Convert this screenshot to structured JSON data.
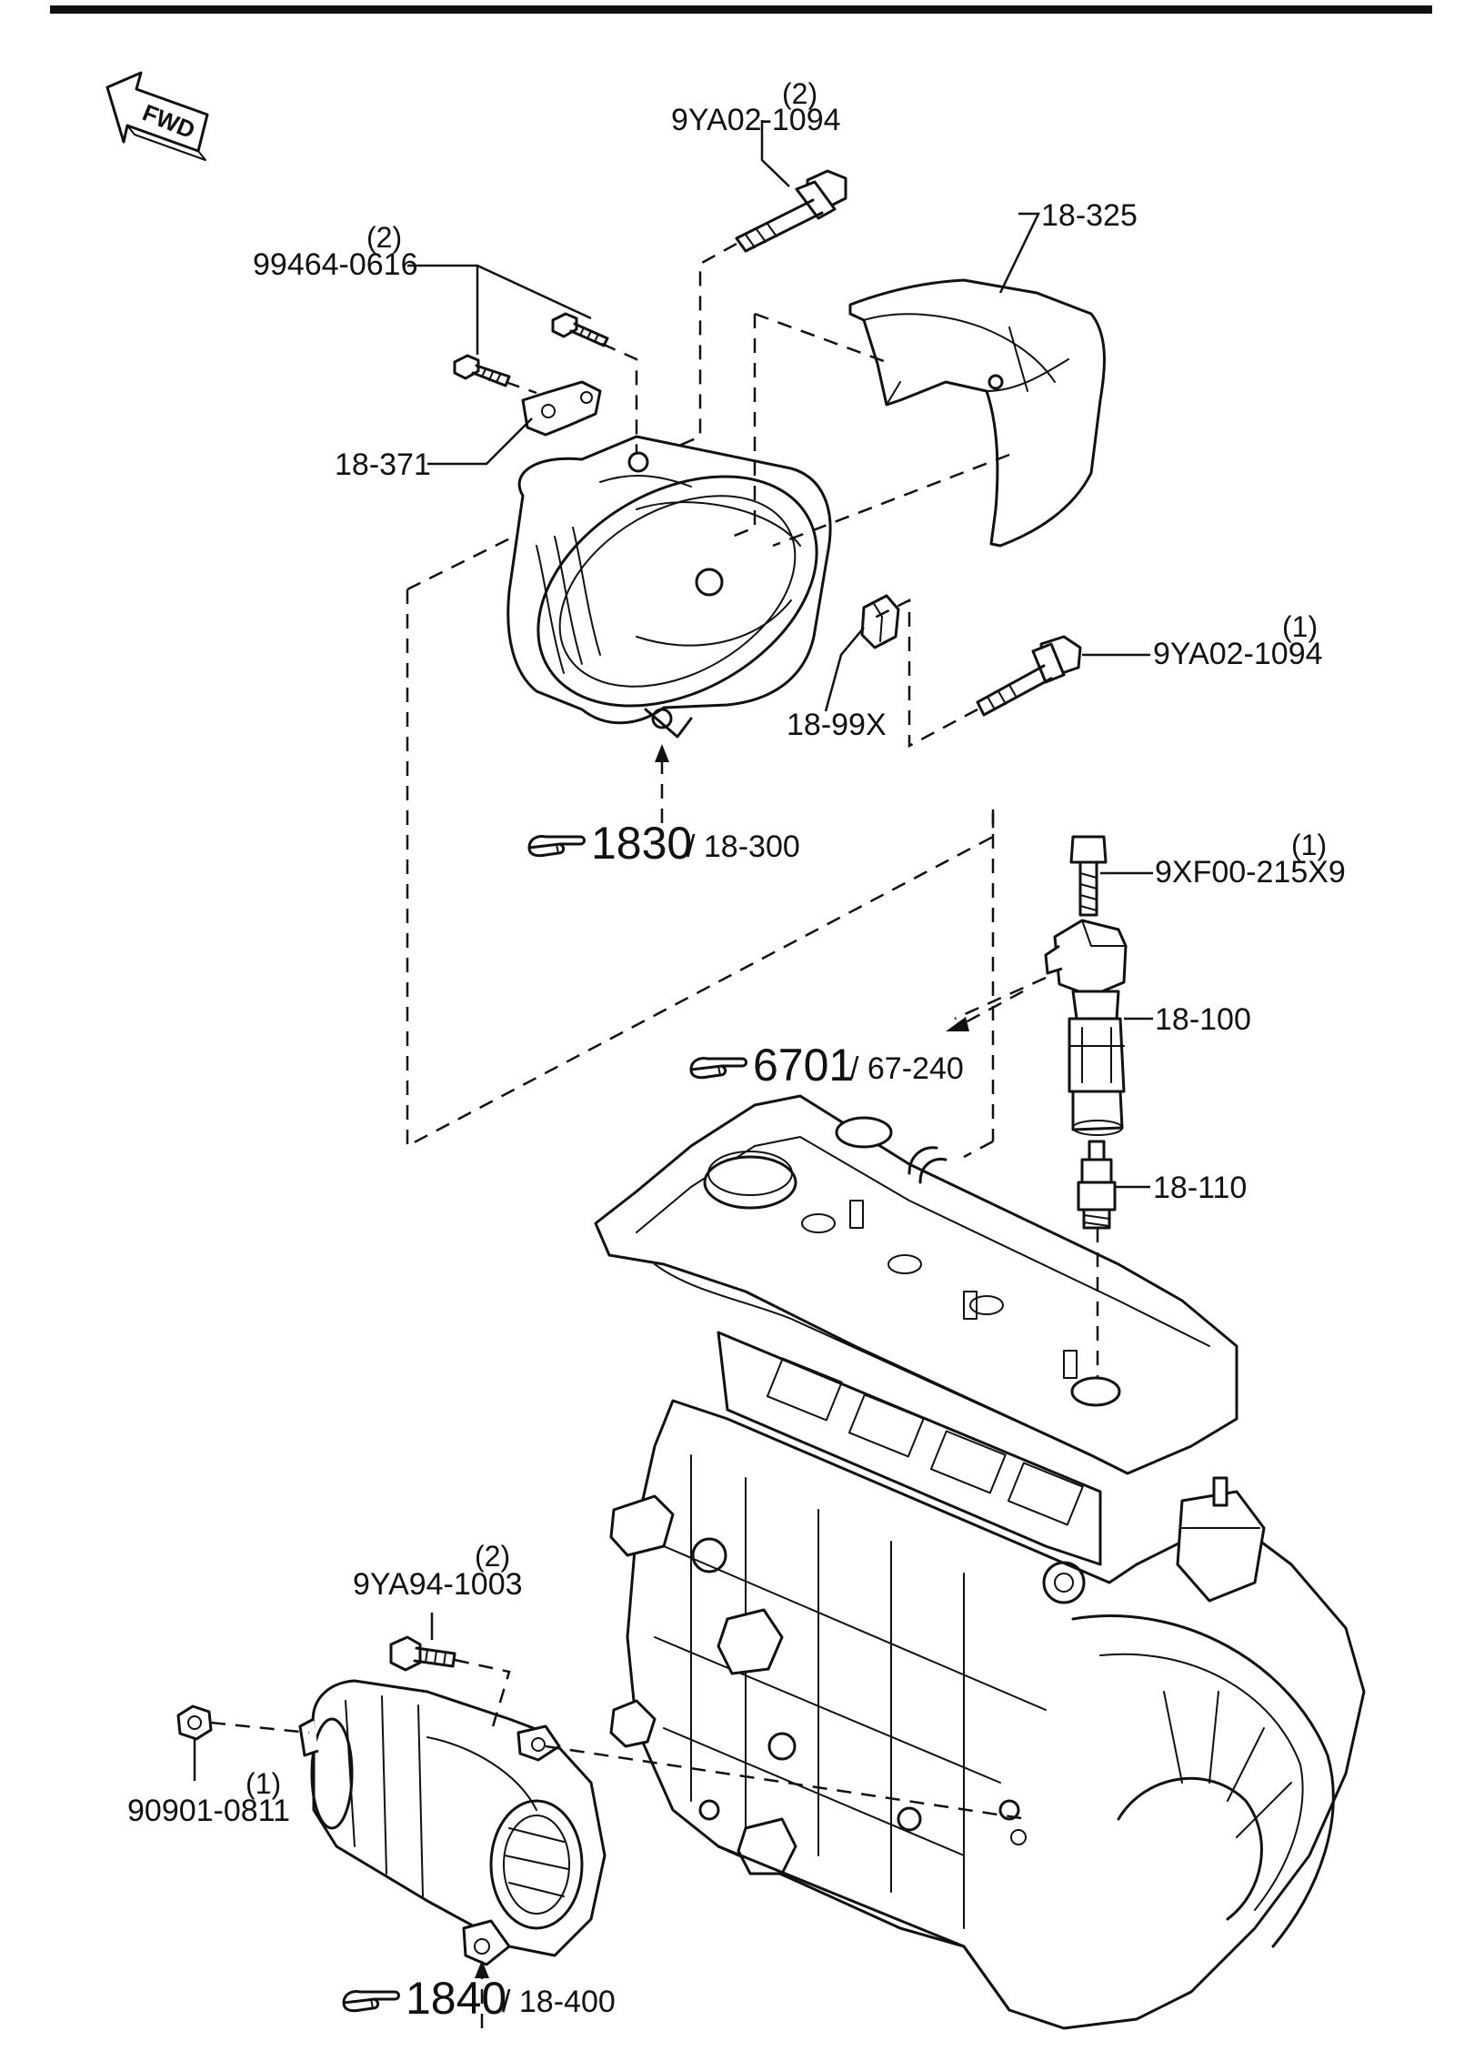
{
  "orientation": {
    "label": "FWD"
  },
  "callouts": [
    {
      "id": "bolt-top",
      "part": "9YA02-1094",
      "qty": "(2)"
    },
    {
      "id": "heat-shield",
      "part": "18-325",
      "qty": ""
    },
    {
      "id": "bolt-small",
      "part": "99464-0616",
      "qty": "(2)"
    },
    {
      "id": "bracket",
      "part": "18-371",
      "qty": ""
    },
    {
      "id": "bolt-side",
      "part": "9YA02-1094",
      "qty": "(1)"
    },
    {
      "id": "cap",
      "part": "18-99X",
      "qty": ""
    },
    {
      "id": "coil-bolt",
      "part": "9XF00-215X9",
      "qty": "(1)"
    },
    {
      "id": "ignition-coil",
      "part": "18-100",
      "qty": ""
    },
    {
      "id": "spark-plug",
      "part": "18-110",
      "qty": ""
    },
    {
      "id": "starter-bolt",
      "part": "9YA94-1003",
      "qty": "(2)"
    },
    {
      "id": "starter-nut",
      "part": "90901-0811",
      "qty": "(1)"
    }
  ],
  "references": [
    {
      "id": "alternator",
      "ref": "1830",
      "sub": "/ 18-300"
    },
    {
      "id": "coil-ref",
      "ref": "6701",
      "sub": "/ 67-240"
    },
    {
      "id": "starter",
      "ref": "1840",
      "sub": "/ 18-400"
    }
  ],
  "icons": [
    "fwd-arrow-icon",
    "pointing-hand-icon"
  ]
}
